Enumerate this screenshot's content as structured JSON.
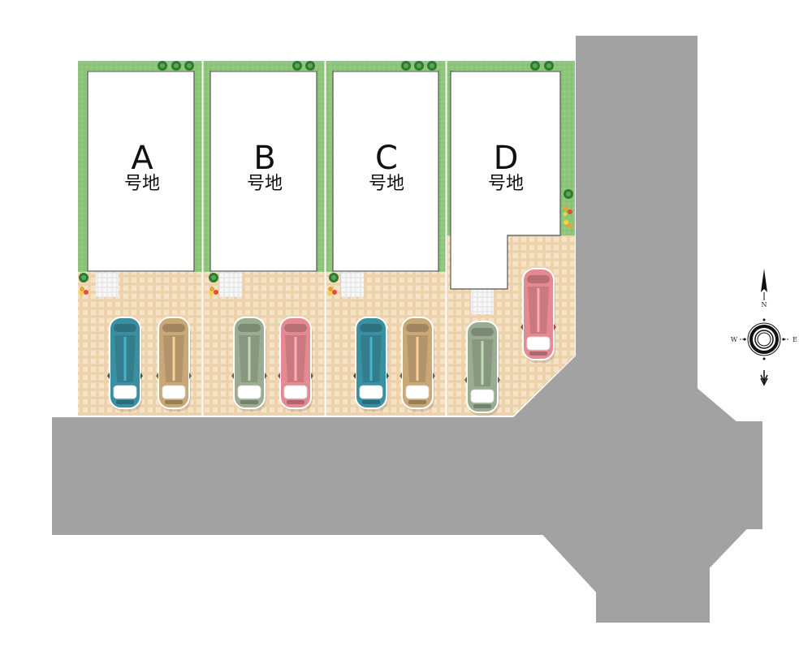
{
  "lots": [
    {
      "id": "A",
      "letter": "A",
      "suffix": "号地"
    },
    {
      "id": "B",
      "letter": "B",
      "suffix": "号地"
    },
    {
      "id": "C",
      "letter": "C",
      "suffix": "号地"
    },
    {
      "id": "D",
      "letter": "D",
      "suffix": "号地"
    }
  ],
  "compass": {
    "north": "N",
    "south": "S",
    "east": "E",
    "west": "W"
  },
  "cars": [
    {
      "lot": "A",
      "slot": 1,
      "color": "#3a8fa0"
    },
    {
      "lot": "A",
      "slot": 2,
      "color": "#c9a878"
    },
    {
      "lot": "B",
      "slot": 1,
      "color": "#9aad92"
    },
    {
      "lot": "B",
      "slot": 2,
      "color": "#e58a92"
    },
    {
      "lot": "C",
      "slot": 1,
      "color": "#3a8fa0"
    },
    {
      "lot": "C",
      "slot": 2,
      "color": "#c9a878"
    },
    {
      "lot": "D",
      "slot": 1,
      "color": "#9aad92"
    },
    {
      "lot": "D",
      "slot": 2,
      "color": "#e58a92"
    }
  ],
  "colors": {
    "road": "#a3a2a3",
    "lawn": "#8ec67a",
    "paving": "#f1d8b2",
    "building": "#ffffff"
  }
}
